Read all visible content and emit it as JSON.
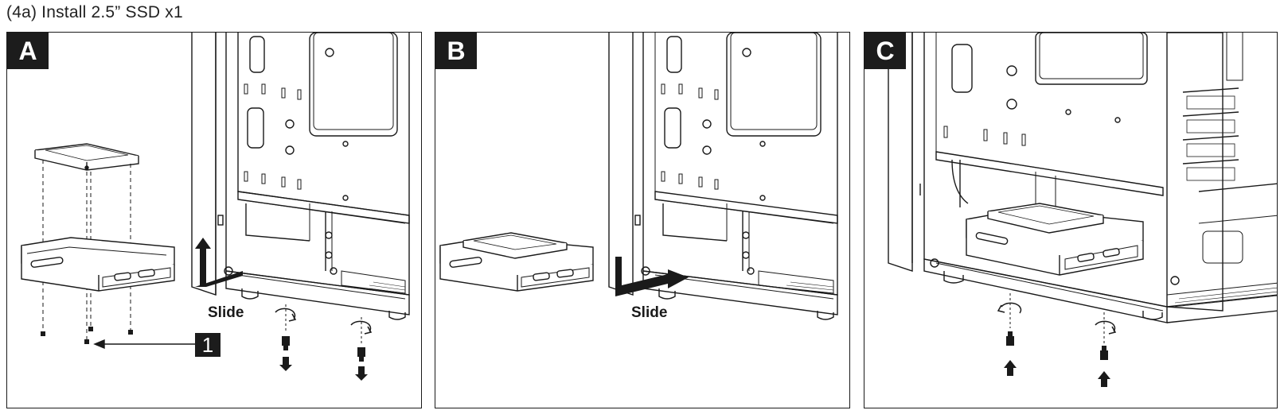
{
  "title": "(4a) Install 2.5” SSD x1",
  "panels": [
    {
      "label": "A",
      "slide": "Slide",
      "step": "1"
    },
    {
      "label": "B",
      "slide": "Slide"
    },
    {
      "label": "C"
    }
  ],
  "icons": {
    "screw": "screw-icon",
    "rotate": "rotate-arrow-icon",
    "arrow": "arrow-icon"
  },
  "colors": {
    "ink": "#1a1a1a",
    "badge": "#1c1c1c",
    "background": "#ffffff"
  }
}
